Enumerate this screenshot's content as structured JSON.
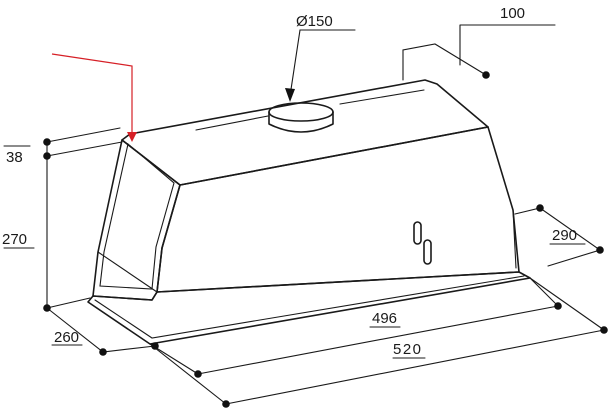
{
  "diagram": {
    "dimensions": {
      "duct_diameter": "Ø150",
      "top_offset": "100",
      "top_height": "38",
      "body_height": "270",
      "side_depth": "290",
      "base_depth": "260",
      "inner_width": "496",
      "outer_width": "520"
    },
    "colors": {
      "line": "#1a1a1a",
      "marker": "#d61f26"
    }
  }
}
